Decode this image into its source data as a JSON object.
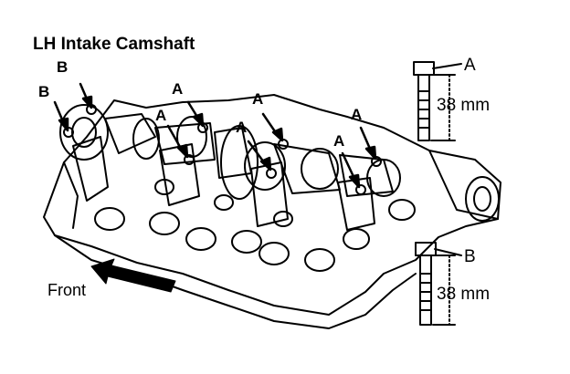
{
  "title": "LH Intake Camshaft",
  "labels": {
    "a": "A",
    "b": "B"
  },
  "bolts": [
    {
      "id": "A",
      "length": "38 mm"
    },
    {
      "id": "B",
      "length": "38 mm"
    }
  ],
  "front_label": "Front"
}
